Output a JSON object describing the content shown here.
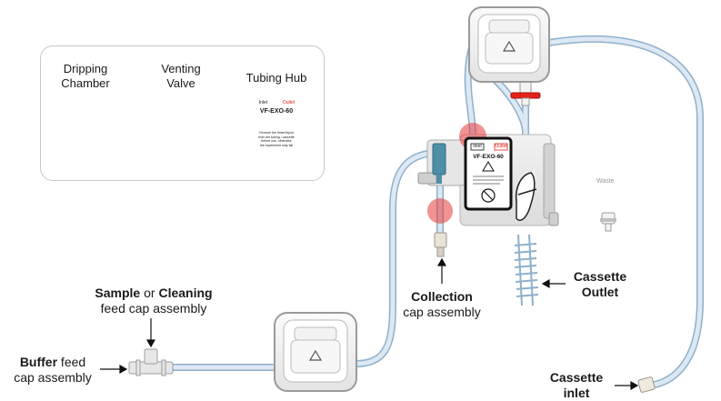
{
  "legend": {
    "dripping_chamber": [
      "Dripping",
      "Chamber"
    ],
    "venting_valve": [
      "Venting",
      "Valve"
    ],
    "tubing_hub": "Tubing Hub"
  },
  "hub_label": {
    "inlet": "Inlet",
    "outlet": "Outlet",
    "model": "VF-EXO-60",
    "warning": [
      "Remove the tinted liquid",
      "from the tubing / cassette",
      "before use, otherwise",
      "the experiment may fail"
    ]
  },
  "waste_label": "Waste",
  "annotations": {
    "sample_bold": "Sample",
    "or_text": " or ",
    "cleaning_bold": "Cleaning",
    "feed_line2": "feed cap assembly",
    "buffer_bold": "Buffer",
    "buffer_rest": " feed",
    "buffer_line2": "cap assembly",
    "collection_bold": "Collection",
    "collection_line2": "cap assembly",
    "cassette_outlet_1": "Cassette",
    "cassette_outlet_2": "Outlet",
    "cassette_inlet_1": "Cassette",
    "cassette_inlet_2": "inlet"
  },
  "colors": {
    "tube": "#c7daea",
    "tube_edge": "#8fb0cb",
    "teal": "#4d8fa6",
    "red": "#e2231a",
    "highlight": "#e63b3b"
  }
}
